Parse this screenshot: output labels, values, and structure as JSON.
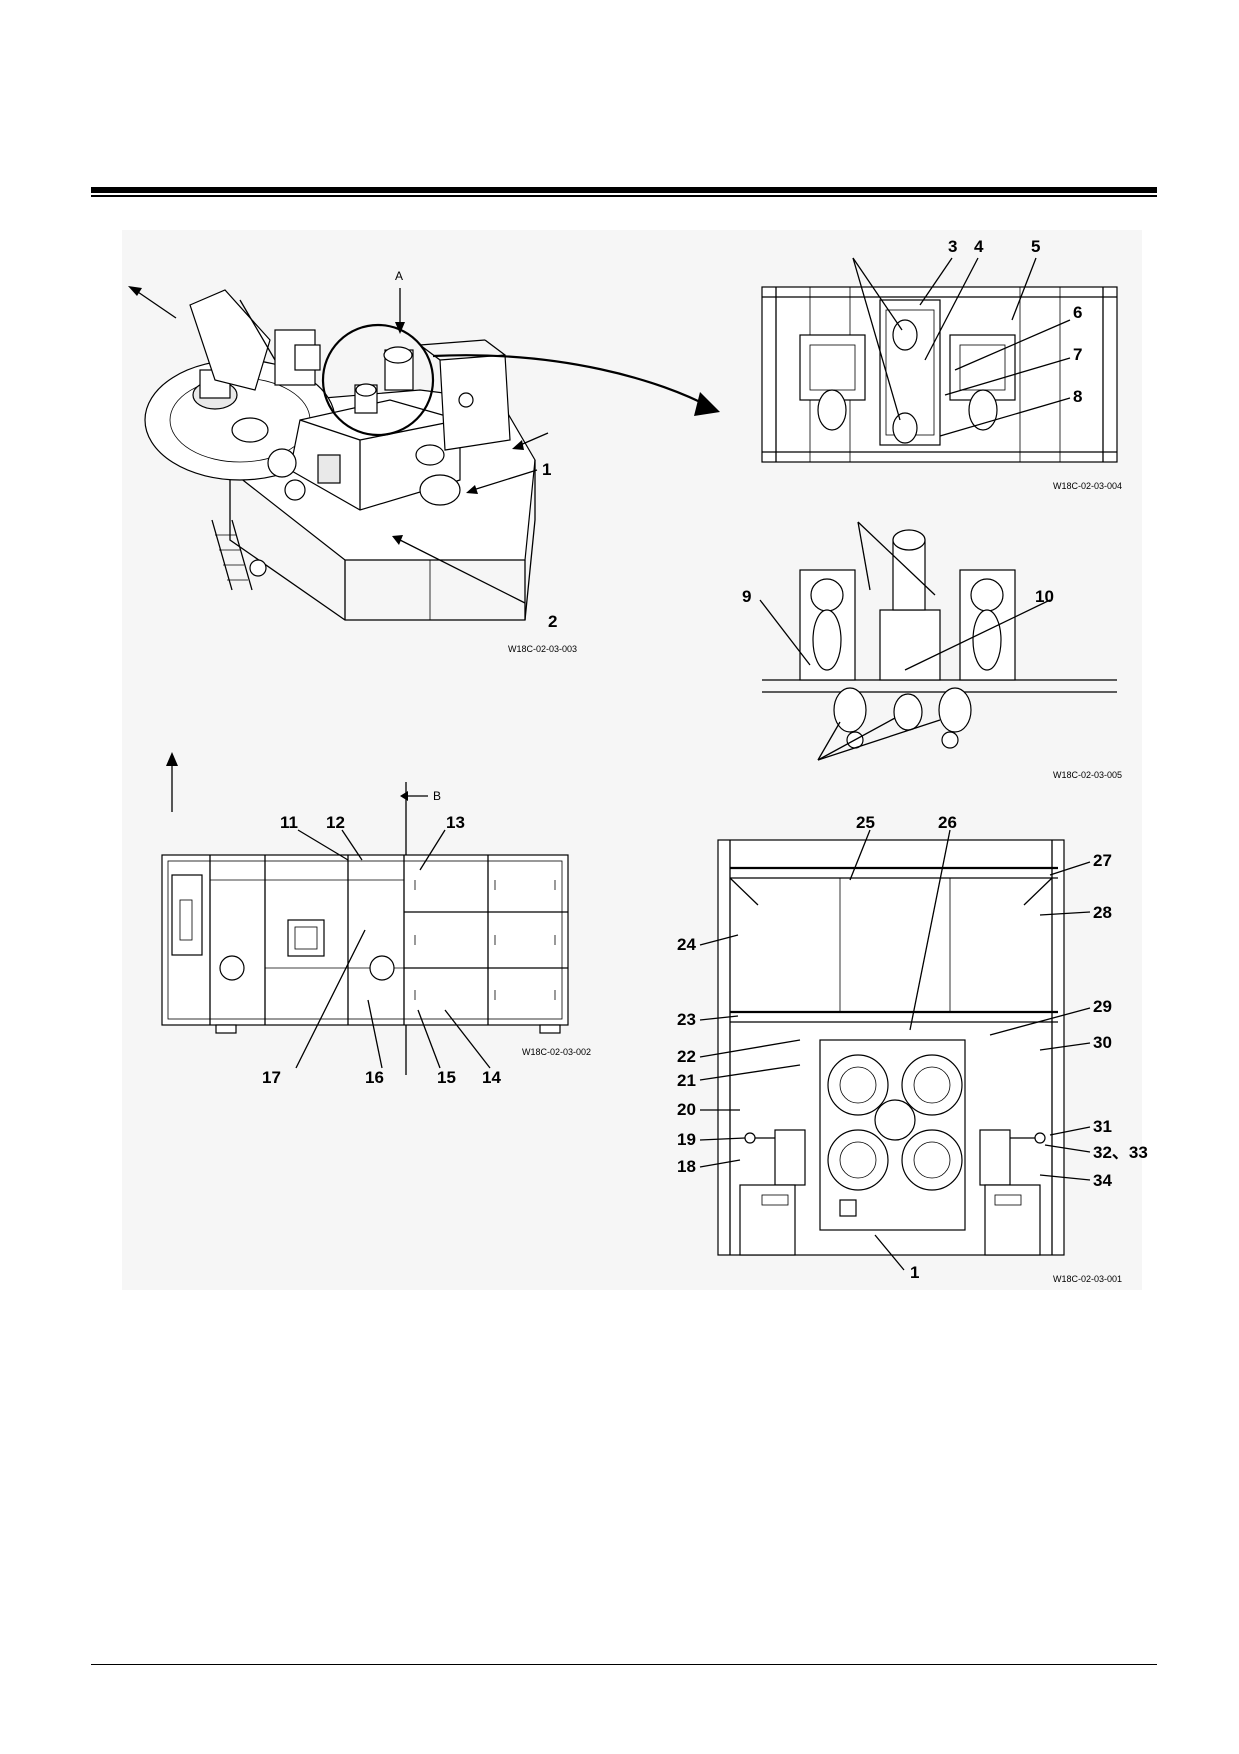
{
  "figures": {
    "upper_left": {
      "ref_code": "W18C-02-03-003",
      "view_label": "A",
      "callouts": [
        "1",
        "2"
      ]
    },
    "upper_right_top": {
      "ref_code": "W18C-02-03-004",
      "callouts": [
        "3",
        "4",
        "5",
        "6",
        "7",
        "8"
      ]
    },
    "upper_right_bottom": {
      "ref_code": "W18C-02-03-005",
      "callouts": [
        "9",
        "10"
      ]
    },
    "lower_left": {
      "ref_code": "W18C-02-03-002",
      "view_label": "B",
      "callouts": [
        "11",
        "12",
        "13",
        "14",
        "15",
        "16",
        "17"
      ]
    },
    "lower_right": {
      "ref_code": "W18C-02-03-001",
      "callouts": [
        "1",
        "18",
        "19",
        "20",
        "21",
        "22",
        "23",
        "24",
        "25",
        "26",
        "27",
        "28",
        "29",
        "30",
        "31",
        "32、33",
        "34"
      ]
    }
  }
}
